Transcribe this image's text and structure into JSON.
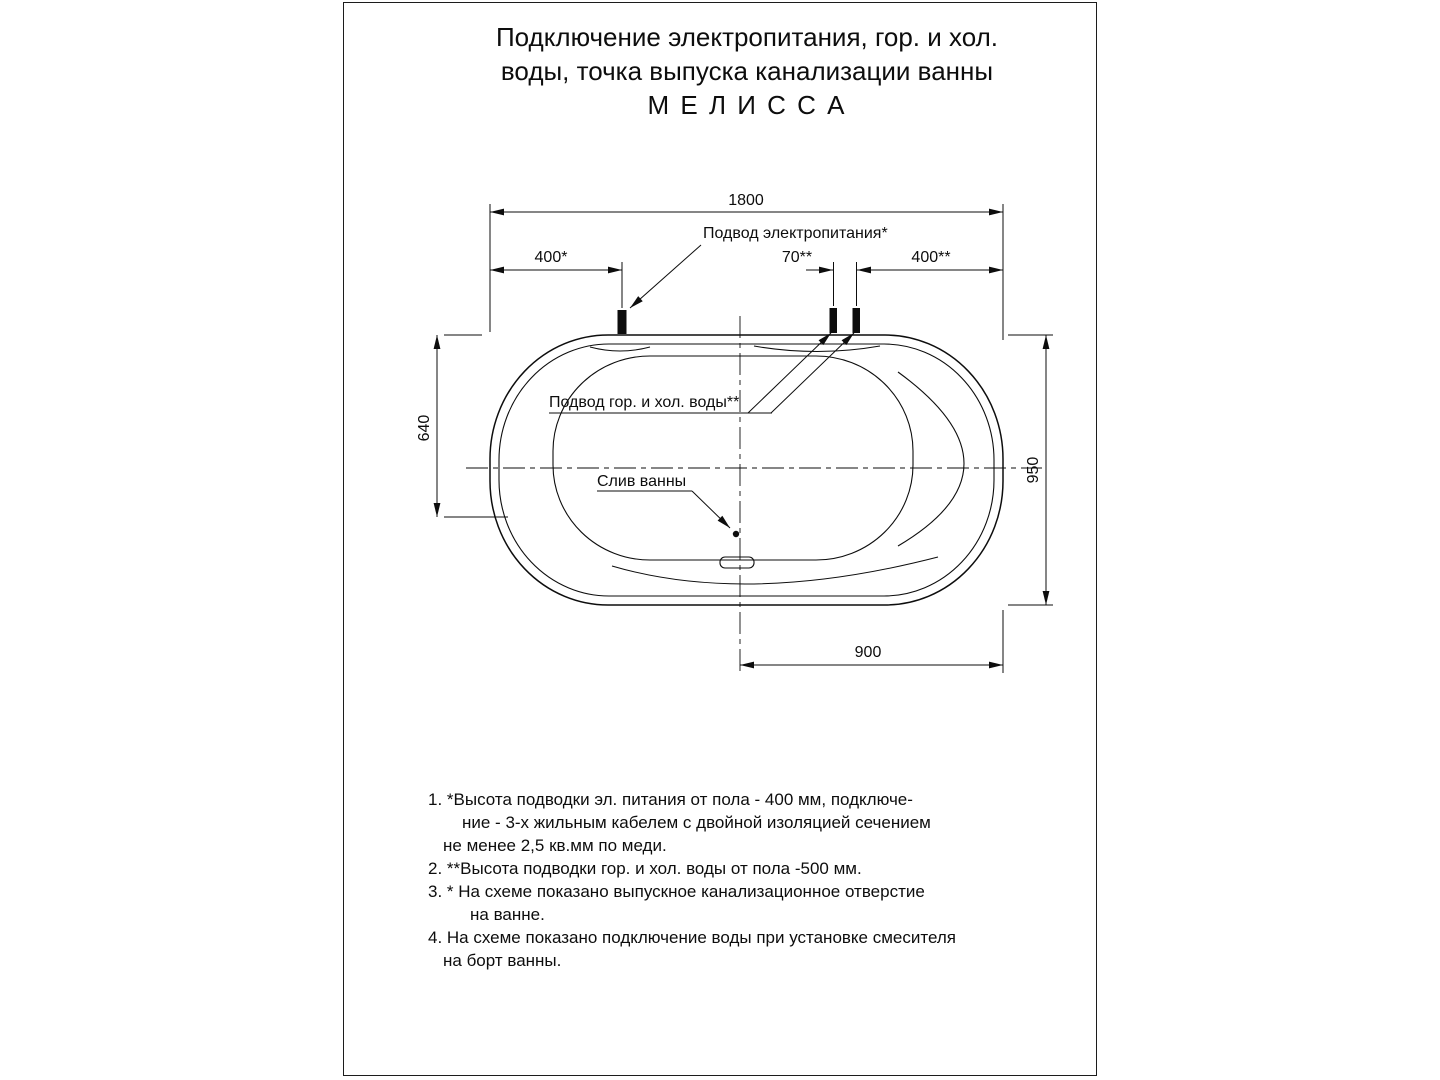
{
  "title": {
    "line1": "Подключение электропитания, гор. и хол.",
    "line2": "воды, точка выпуска канализации ванны",
    "line3": "М Е Л И С С А"
  },
  "drawing": {
    "labels": {
      "power_supply": "Подвод электропитания*",
      "water_supply": "Подвод гор. и хол. воды**",
      "drain": "Слив ванны"
    },
    "dims": {
      "length_total": "1800",
      "power_offset": "400*",
      "water_gap": "70**",
      "water_offset": "400**",
      "height_left": "640",
      "width_total": "950",
      "drain_offset": "900"
    }
  },
  "notes": {
    "lines": [
      "1. *Высота подводки эл. питания от пола - 400 мм, подключе-",
      "ние - 3-х жильным кабелем с двойной изоляцией сечением",
      "не менее 2,5 кв.мм по меди.",
      "2. **Высота подводки гор. и хол. воды от пола -500 мм.",
      "3. * На схеме показано выпускное канализационное отверстие",
      "на ванне.",
      "4. На схеме показано подключение воды при установке смесителя",
      "на борт ванны."
    ]
  }
}
